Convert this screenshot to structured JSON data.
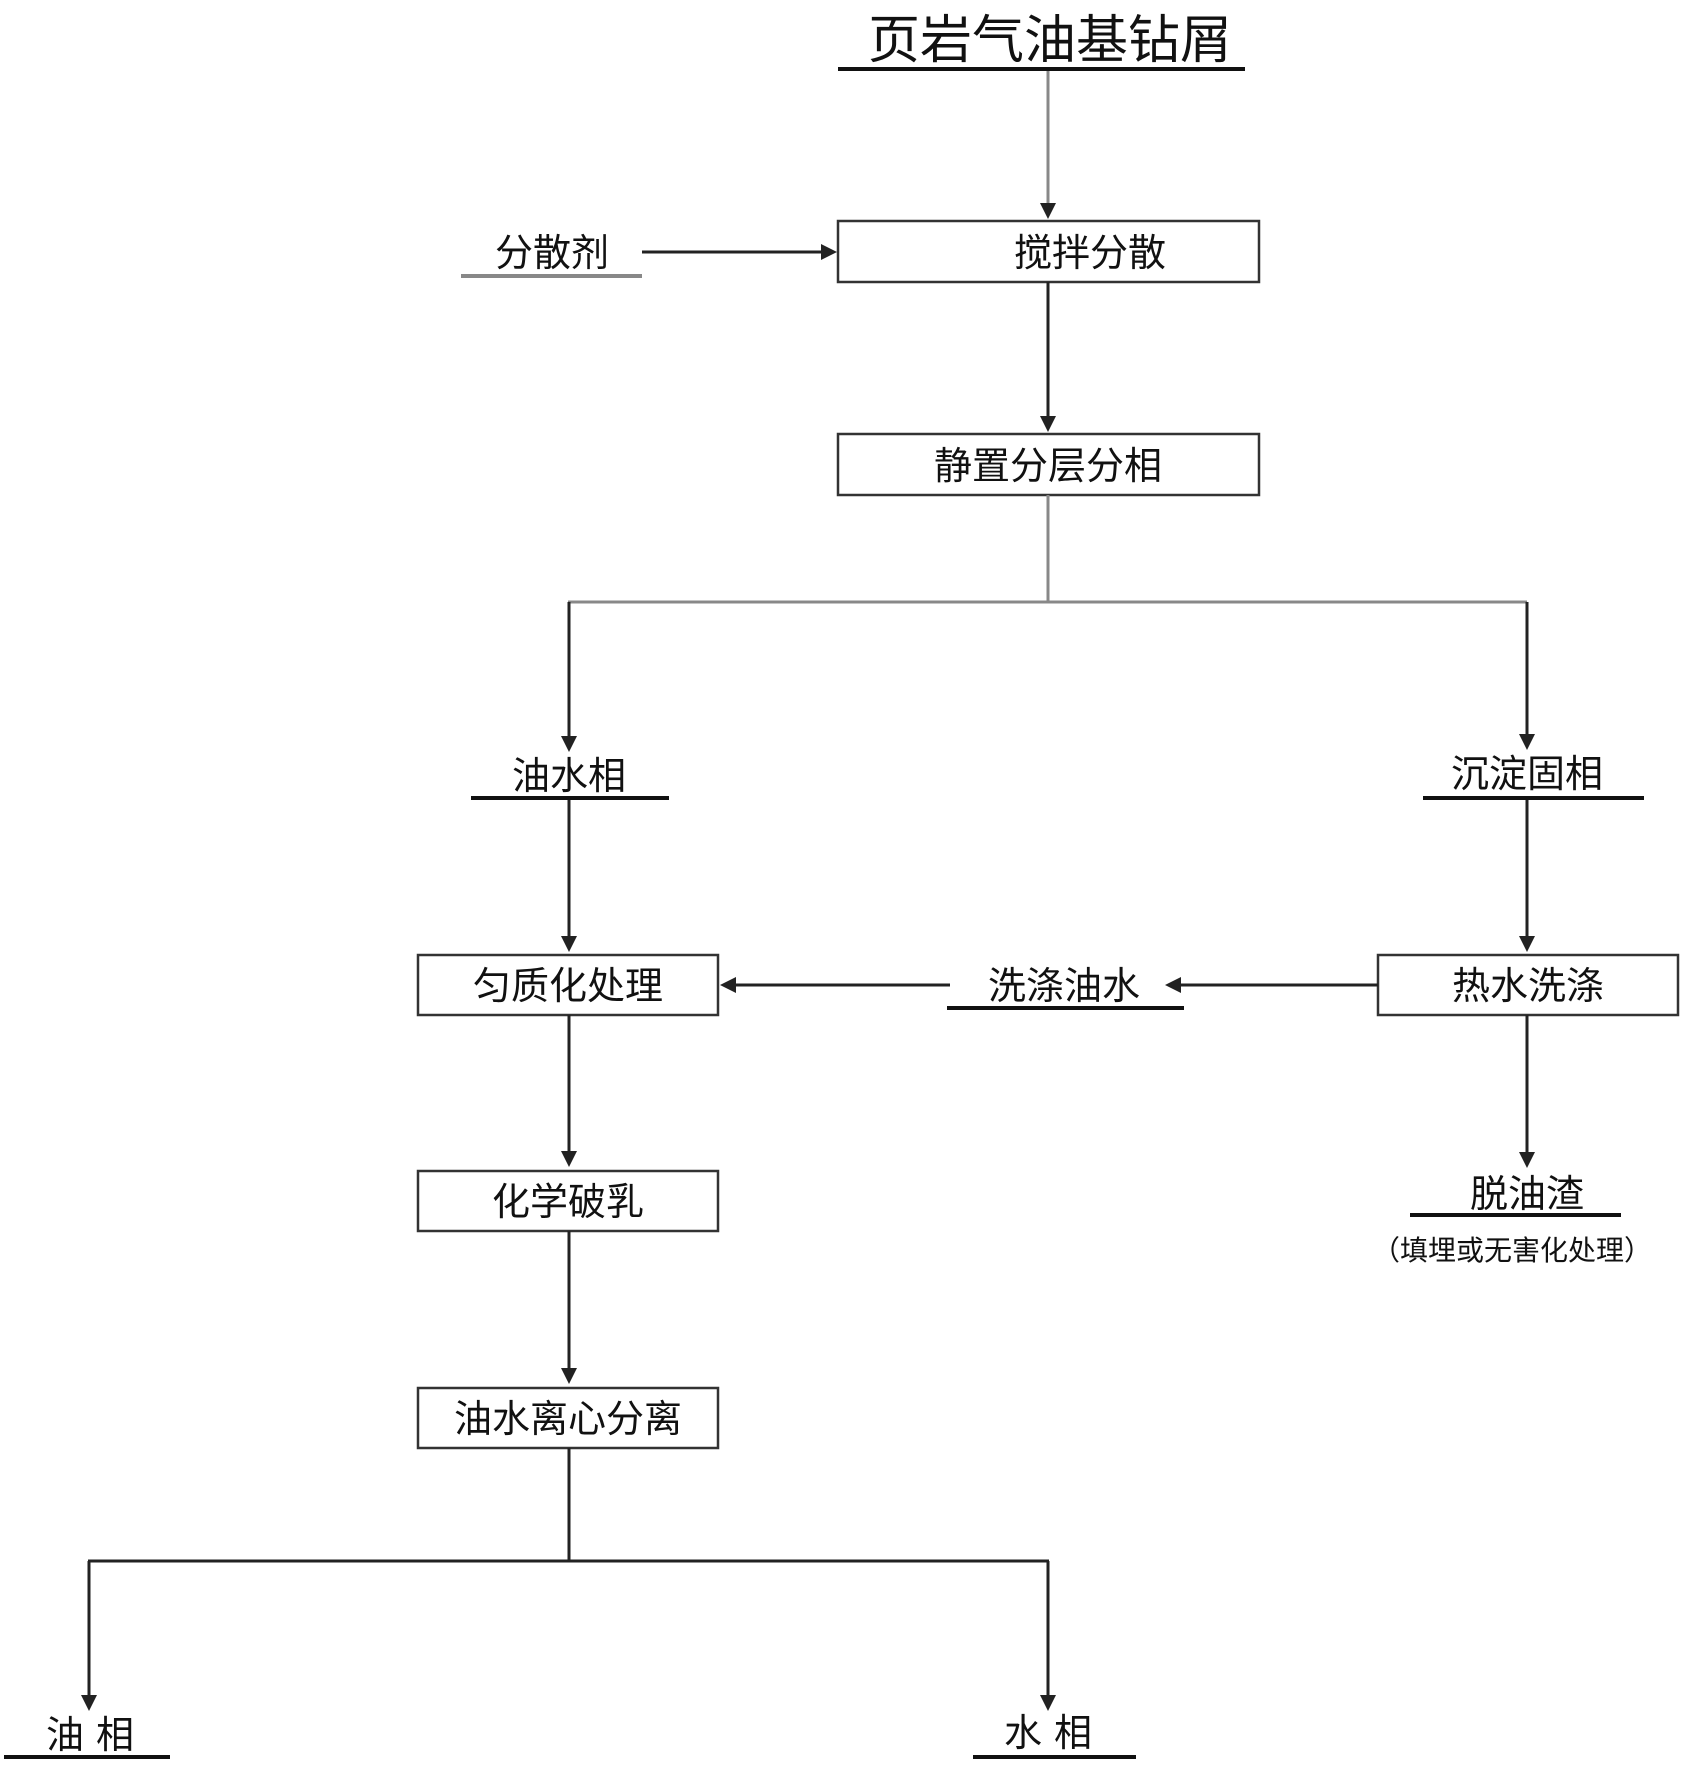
{
  "diagram": {
    "title": "页岩气油基钻屑",
    "inputs": {
      "dispersant": "分散剂"
    },
    "steps": {
      "stir_disperse": "搅拌分散",
      "settle_separate": "静置分层分相",
      "homogenize": "匀质化处理",
      "demulsify": "化学破乳",
      "centrifuge": "油水离心分离",
      "hot_wash": "热水洗涤"
    },
    "phases": {
      "oil_water_phase": "油水相",
      "solid_phase": "沉淀固相",
      "wash_water": "洗涤油水",
      "deoiled_residue": "脱油渣",
      "deoiled_residue_note": "（填埋或无害化处理）",
      "oil_phase": "油 相",
      "water_phase": "水 相"
    }
  }
}
